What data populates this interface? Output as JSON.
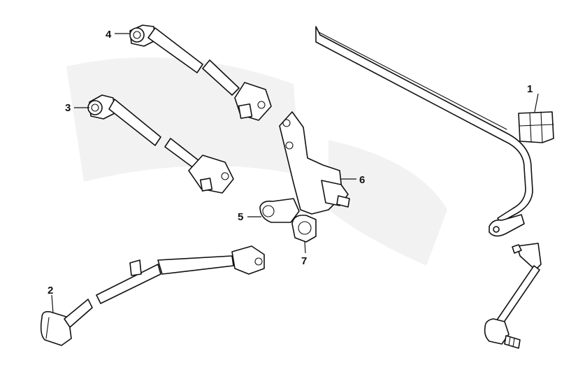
{
  "parts": [
    {
      "number": "1",
      "item": "stabilizer-bar-bushing"
    },
    {
      "number": "2",
      "item": "trailing-arm"
    },
    {
      "number": "3",
      "item": "lower-control-arm"
    },
    {
      "number": "4",
      "item": "upper-control-arm"
    },
    {
      "number": "5",
      "item": "knuckle-bushing"
    },
    {
      "number": "6",
      "item": "rear-knuckle"
    },
    {
      "number": "7",
      "item": "knuckle-lower-bushing"
    }
  ],
  "colors": {
    "line": "#111111",
    "fill": "#ffffff",
    "shadow": "#f2f2f2"
  }
}
